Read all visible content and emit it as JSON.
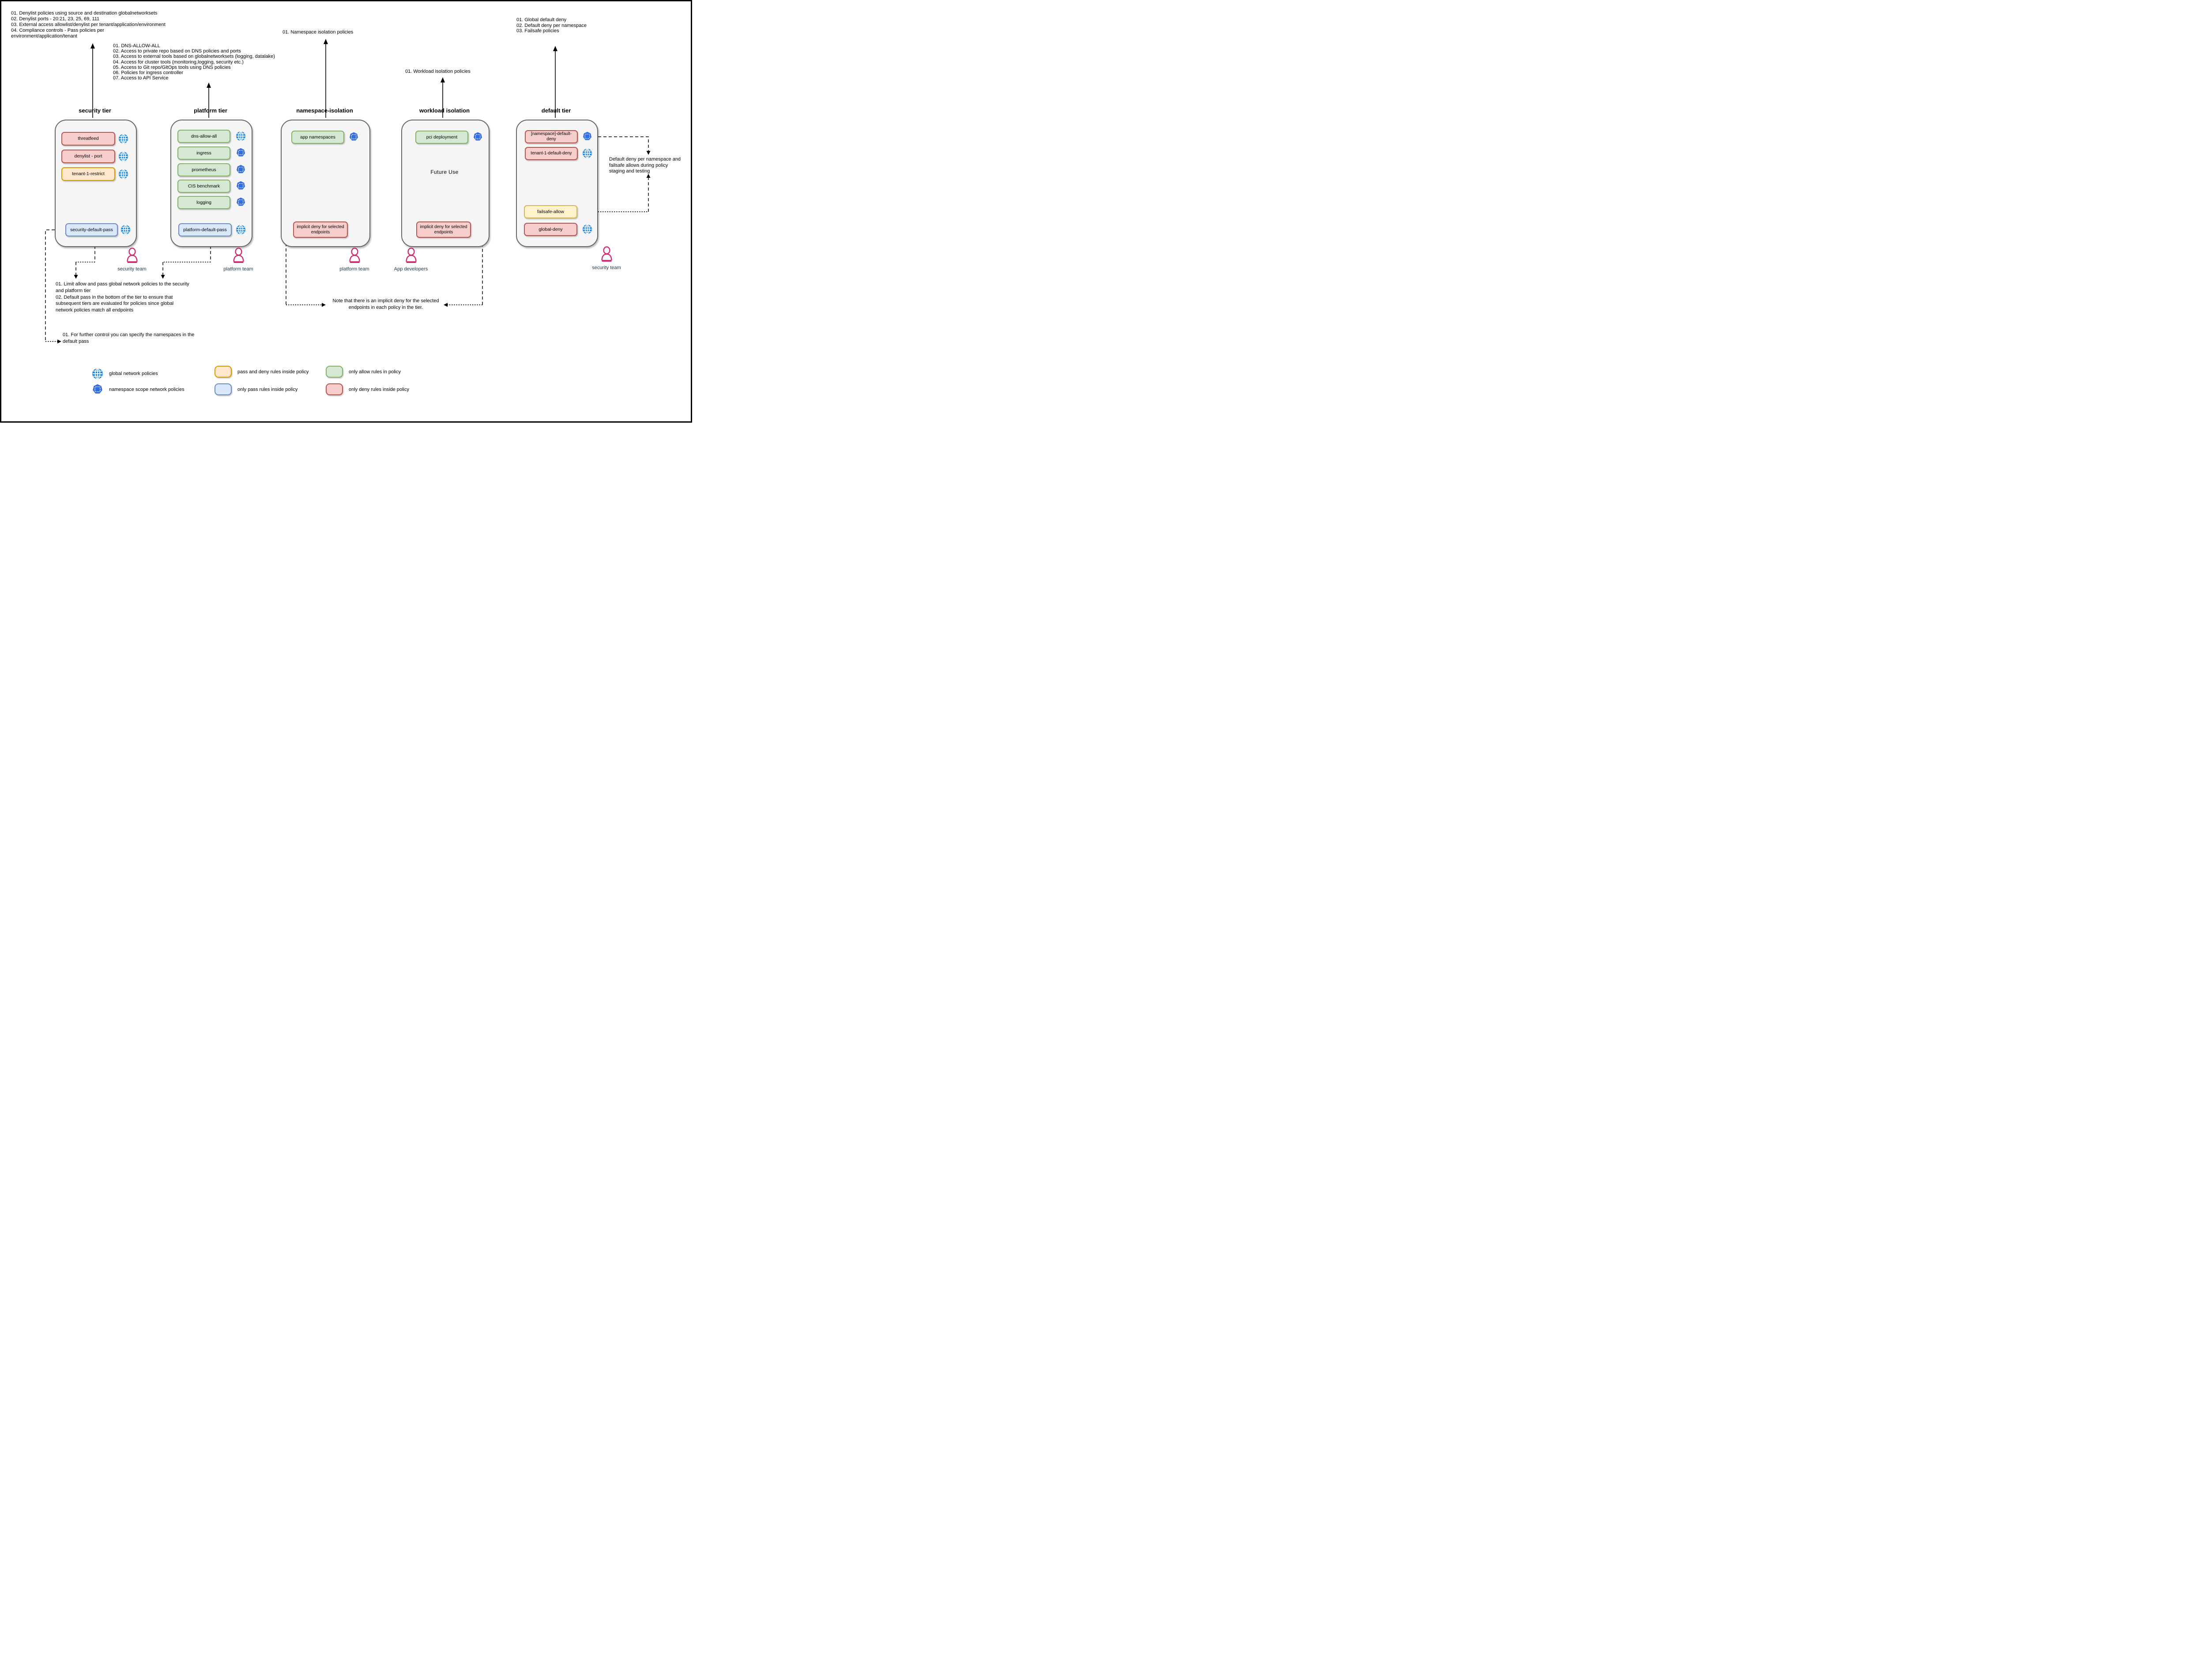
{
  "colors": {
    "tier_fill": "#F5F5F5",
    "tier_border": "#666666",
    "deny_fill": "#F8CECC",
    "deny_border": "#B85450",
    "allow_fill": "#D5E8D4",
    "allow_border": "#82B366",
    "pass_fill": "#DAE8FC",
    "pass_border": "#6C8EBF",
    "pass_deny_fill": "#FFE6CC",
    "pass_deny_border": "#D79B00",
    "failsafe_fill": "#FFF2CC",
    "failsafe_border": "#D6B656",
    "globe_icon_color": "#1E88E5",
    "namespace_icon_color": "#326CE5",
    "person_icon_color": "#D6246E",
    "team_label_color": "#1F3851"
  },
  "annotations": {
    "security_list": {
      "lines": [
        "01. Denylist policies using source and destination globalnetworksets",
        "02. Denylist ports - 20:21, 23, 25, 69, 111",
        "03. External access allowlist/denylist per tenant/application/environment",
        "04. Compliance controls - Pass policies per",
        "environment/application/tenant"
      ]
    },
    "platform_list": {
      "lines": [
        "01. DNS-ALLOW-ALL",
        "02. Access to private repo based on DNS policies and ports",
        "03. Access to external tools based on globalnetworksets (logging, datalake)",
        "04. Access for cluster tools (monitoring,logging, security etc.)",
        "05. Access to Git repo/GitOps tools using DNS policies",
        "06. Policies for ingress controller",
        "07. Access to API Service"
      ]
    },
    "namespace_list": {
      "lines": [
        "01. Namespace isolation policies"
      ]
    },
    "workload_list": {
      "lines": [
        "01. Workload isolation policies"
      ]
    },
    "default_list": {
      "lines": [
        "01. Global default deny",
        "02. Default deny per namespace",
        "03. Failsafe policies"
      ]
    },
    "pass_note": {
      "lines": [
        "01. Limit allow and pass global network policies to the security",
        "and platform tier",
        "02. Default pass in the bottom of the tier to ensure that",
        "subsequent tiers are evaluated for policies since global",
        "network policies match all endpoints"
      ]
    },
    "further_control_note": {
      "lines": [
        "01. For further control you can specify the namespaces in the",
        "default pass"
      ]
    },
    "implicit_deny_note": {
      "lines": [
        "Note that there is an implicit deny for the selected",
        "endpoints in each policy in the tier."
      ]
    },
    "staging_note": {
      "lines": [
        "Default deny per namespace and",
        "failsafe allows during policy",
        "staging and testing"
      ]
    }
  },
  "tiers": [
    {
      "title": "security tier",
      "policies": [
        {
          "label": "threatfeed",
          "type": "deny",
          "icon": "globe"
        },
        {
          "label": "denylist - port",
          "type": "deny",
          "icon": "globe"
        },
        {
          "label": "tenant-1-restrict",
          "type": "pass-deny",
          "icon": "globe"
        },
        {
          "label": "security-default-pass",
          "type": "pass",
          "icon": "globe"
        }
      ]
    },
    {
      "title": "platform tier",
      "policies": [
        {
          "label": "dns-allow-all",
          "type": "allow",
          "icon": "globe"
        },
        {
          "label": "ingress",
          "type": "allow",
          "icon": "namespace"
        },
        {
          "label": "prometheus",
          "type": "allow",
          "icon": "namespace"
        },
        {
          "label": "CIS benchmark",
          "type": "allow",
          "icon": "namespace"
        },
        {
          "label": "logging",
          "type": "allow",
          "icon": "namespace"
        },
        {
          "label": "platform-default-pass",
          "type": "pass",
          "icon": "globe"
        }
      ]
    },
    {
      "title": "namespace-isolation",
      "policies": [
        {
          "label": "app namespaces",
          "type": "allow",
          "icon": "namespace"
        },
        {
          "label": "implicit deny for selected endpoints",
          "type": "deny",
          "icon": null
        }
      ]
    },
    {
      "title": "workload isolation",
      "center_label": "Future Use",
      "policies": [
        {
          "label": "pci deployment",
          "type": "allow",
          "icon": "namespace"
        },
        {
          "label": "implicit deny for selected endpoints",
          "type": "deny",
          "icon": null
        }
      ]
    },
    {
      "title": "default tier",
      "policies": [
        {
          "label": "[namespace]-default-deny",
          "type": "deny",
          "icon": "namespace"
        },
        {
          "label": "tenant-1-default-deny",
          "type": "deny",
          "icon": "globe"
        },
        {
          "label": "failsafe-allow",
          "type": "failsafe",
          "icon": null
        },
        {
          "label": "global-deny",
          "type": "deny",
          "icon": "globe"
        }
      ]
    }
  ],
  "teams": [
    {
      "label": "security team"
    },
    {
      "label": "platform team"
    },
    {
      "label": "platform team"
    },
    {
      "label": "App developers"
    },
    {
      "label": "security team"
    }
  ],
  "legend": {
    "global_policy": "global network policies",
    "namespace_policy": "namespace scope network policies",
    "pass_deny": "pass and deny rules inside policy",
    "pass_only": "only pass rules inside policy",
    "allow_only": "only allow rules in policy",
    "deny_only": "only deny rules inside policy"
  }
}
